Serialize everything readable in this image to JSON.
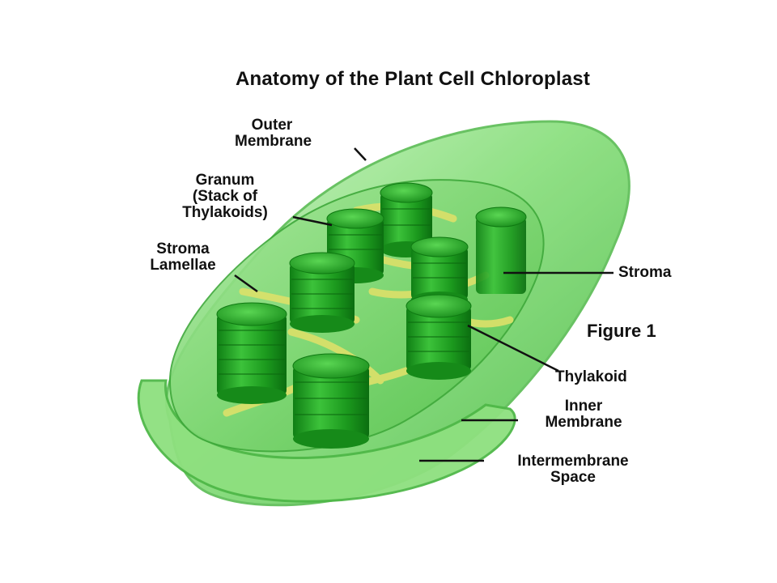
{
  "title": "Anatomy of the Plant Cell Chloroplast",
  "figure_label": "Figure 1",
  "labels": {
    "outer_membrane": "Outer\nMembrane",
    "granum": "Granum\n(Stack of\nThylakoids)",
    "stroma_lamellae": "Stroma\nLamellae",
    "stroma": "Stroma",
    "thylakoid": "Thylakoid",
    "inner_membrane": "Inner\nMembrane",
    "intermembrane_space": "Intermembrane\nSpace"
  },
  "colors": {
    "membrane_green": "#6fd36a",
    "granum_green": "#1f9a1f",
    "lamellae_yellow": "#d8e06a",
    "leader_line": "#111111"
  }
}
